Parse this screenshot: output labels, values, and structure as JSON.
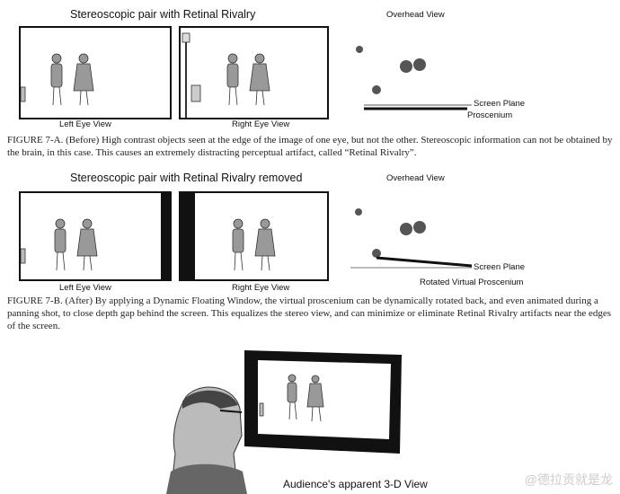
{
  "figure_a": {
    "title": "Stereoscopic pair with Retinal Rivalry",
    "left_label": "Left Eye View",
    "right_label": "Right Eye View",
    "overhead_title": "Overhead View",
    "screen_plane": "Screen Plane",
    "proscenium": "Proscenium",
    "caption": "FIGURE 7-A. (Before) High contrast objects seen at the edge of the image of one eye, but not the other. Stereoscopic information can not be obtained by the brain, in this case. This causes an extremely distracting perceptual artifact, called “Retinal Rivalry”."
  },
  "figure_b": {
    "title": "Stereoscopic pair with Retinal Rivalry removed",
    "left_label": "Left Eye View",
    "right_label": "Right Eye View",
    "overhead_title": "Overhead View",
    "screen_plane": "Screen Plane",
    "proscenium": "Rotated Virtual Proscenium",
    "caption": "FIGURE 7-B. (After) By applying a Dynamic Floating Window, the virtual proscenium can be dynamically rotated back, and even animated during a panning shot, to close depth gap behind the screen. This equalizes the stereo view, and can minimize or eliminate Retinal Rivalry artifacts near the edges of the screen."
  },
  "figure_c": {
    "label": "Audience's apparent 3-D View"
  },
  "watermark": "@德拉贡就是龙"
}
